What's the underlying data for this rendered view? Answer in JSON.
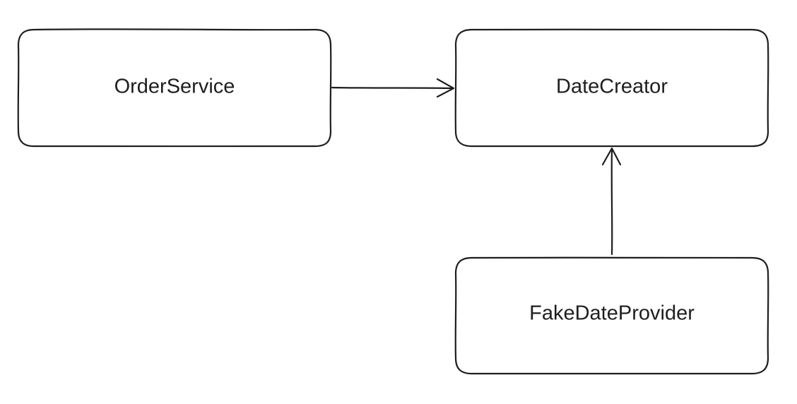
{
  "diagram": {
    "nodes": [
      {
        "id": "order-service",
        "label": "OrderService"
      },
      {
        "id": "date-creator",
        "label": "DateCreator"
      },
      {
        "id": "fake-date-provider",
        "label": "FakeDateProvider"
      }
    ],
    "edges": [
      {
        "from": "order-service",
        "to": "date-creator"
      },
      {
        "from": "fake-date-provider",
        "to": "date-creator"
      }
    ],
    "colors": {
      "stroke": "#1e1e1e",
      "text": "#1e1e1e",
      "background": "#ffffff",
      "node_fill": "#ffffff"
    }
  }
}
